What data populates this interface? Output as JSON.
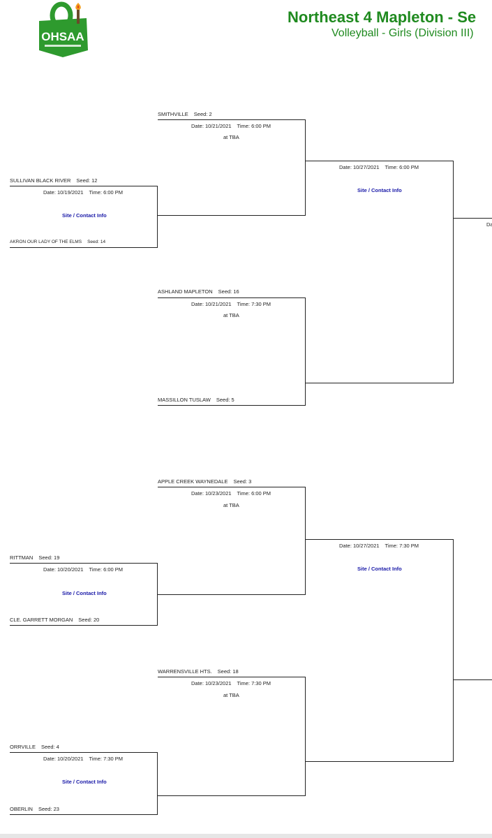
{
  "header": {
    "title": "Northeast 4 Mapleton - Se",
    "subtitle": "Volleyball - Girls (Division III)",
    "logo_text": "OHSAA",
    "logo_letter": "O",
    "brand_color": "#1f8a1f"
  },
  "teams": {
    "smithville": {
      "name": "SMITHVILLE",
      "seed": "Seed: 2"
    },
    "sullivan": {
      "name": "SULLIVAN BLACK RIVER",
      "seed": "Seed: 12"
    },
    "akron": {
      "name": "AKRON OUR LADY OF THE ELMS",
      "seed": "Seed: 14"
    },
    "ashland": {
      "name": "ASHLAND MAPLETON",
      "seed": "Seed: 16"
    },
    "massillon": {
      "name": "MASSILLON TUSLAW",
      "seed": "Seed: 5"
    },
    "applecreek": {
      "name": "APPLE CREEK WAYNEDALE",
      "seed": "Seed: 3"
    },
    "rittman": {
      "name": "RITTMAN",
      "seed": "Seed: 19"
    },
    "cle": {
      "name": "CLE. GARRETT MORGAN",
      "seed": "Seed: 20"
    },
    "warrensville": {
      "name": "WARRENSVILLE HTS.",
      "seed": "Seed: 18"
    },
    "orrville": {
      "name": "ORRVILLE",
      "seed": "Seed: 4"
    },
    "oberlin": {
      "name": "OBERLIN",
      "seed": "Seed: 23"
    }
  },
  "games": {
    "g1": {
      "date": "Date: 10/19/2021",
      "time": "Time: 6:00 PM",
      "link": "Site / Contact Info"
    },
    "g2": {
      "date": "Date: 10/20/2021",
      "time": "Time: 6:00 PM",
      "link": "Site / Contact Info"
    },
    "g3": {
      "date": "Date: 10/20/2021",
      "time": "Time: 7:30 PM",
      "link": "Site / Contact Info"
    },
    "g4": {
      "date": "Date: 10/21/2021",
      "time": "Time: 6:00 PM",
      "loc": "at TBA"
    },
    "g5": {
      "date": "Date: 10/21/2021",
      "time": "Time: 7:30 PM",
      "loc": "at TBA"
    },
    "g6": {
      "date": "Date: 10/23/2021",
      "time": "Time: 6:00 PM",
      "loc": "at TBA"
    },
    "g7": {
      "date": "Date: 10/23/2021",
      "time": "Time: 7:30 PM",
      "loc": "at TBA"
    },
    "g8": {
      "date": "Date: 10/27/2021",
      "time": "Time: 6:00 PM",
      "link": "Site / Contact Info"
    },
    "g9": {
      "date": "Date: 10/27/2021",
      "time": "Time: 7:30 PM",
      "link": "Site / Contact Info"
    },
    "g10": {
      "date_partial": "Da"
    }
  }
}
